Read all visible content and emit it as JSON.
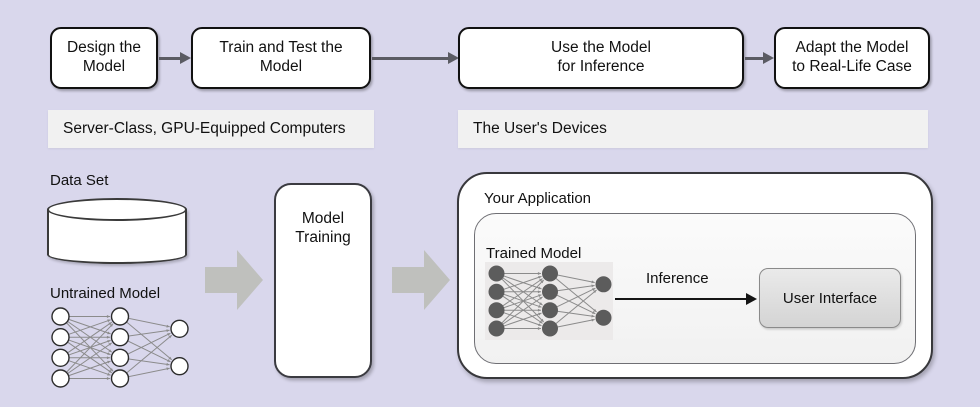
{
  "background_color": "#d9d7ec",
  "pipeline": {
    "steps": [
      {
        "label": "Design the\nModel"
      },
      {
        "label": "Train and Test the\nModel"
      },
      {
        "label": "Use the Model\nfor Inference"
      },
      {
        "label": "Adapt the Model\nto Real-Life Case"
      }
    ],
    "arrow_color": "#5b5b63"
  },
  "bands": [
    {
      "label": "Server-Class, GPU-Equipped Computers"
    },
    {
      "label": "The User's Devices"
    }
  ],
  "training_side": {
    "dataset_label": "Data Set",
    "untrained_model_label": "Untrained Model",
    "training_box_label": "Model\nTraining",
    "block_arrow_color": "#bfc0bd",
    "untrained_node_fill": "#ffffff",
    "untrained_node_stroke": "#2c2c2c"
  },
  "application": {
    "outer_label": "Your Application",
    "trained_model_label": "Trained Model",
    "inference_label": "Inference",
    "user_interface_label": "User Interface",
    "trained_node_fill": "#5c5c5c",
    "panel_fill": "#eceaea"
  },
  "network": {
    "layers": [
      4,
      4,
      2
    ],
    "link_color": "#8b8b8b"
  }
}
